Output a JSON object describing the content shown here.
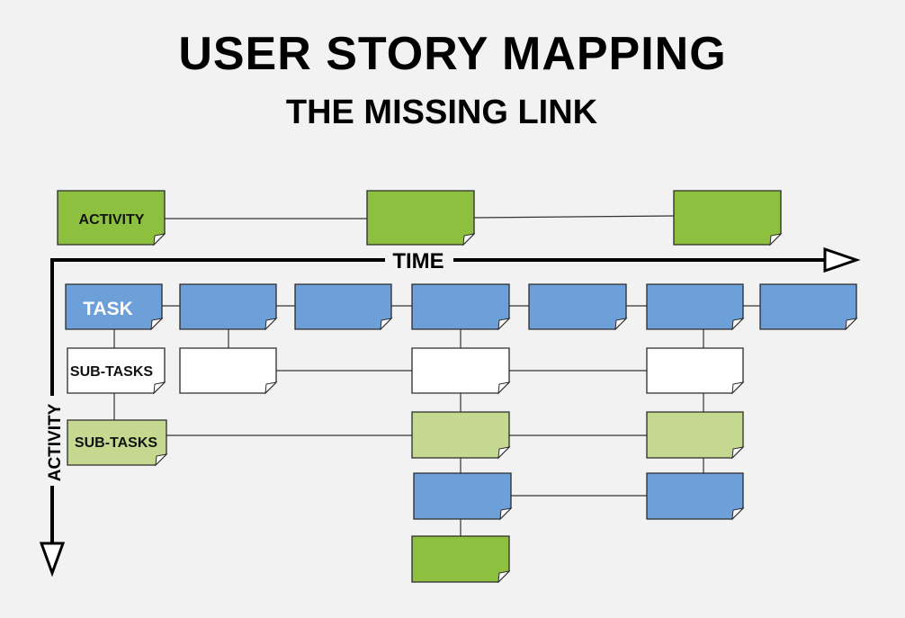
{
  "title": "USER STORY MAPPING",
  "subtitle": "THE MISSING LINK",
  "axis_time_label": "TIME",
  "axis_activity_label": "ACTIVITY",
  "colors": {
    "activity": "#8ec03f",
    "task": "#6d9fd8",
    "subtask_white": "#ffffff",
    "subtask_light": "#c4d98f",
    "outline": "#2b2b2b",
    "background": "#f2f2f2"
  },
  "labels": {
    "activity": "ACTIVITY",
    "task": "TASK",
    "subtask_1": "SUB-TASKS",
    "subtask_2": "SUB-TASKS"
  }
}
